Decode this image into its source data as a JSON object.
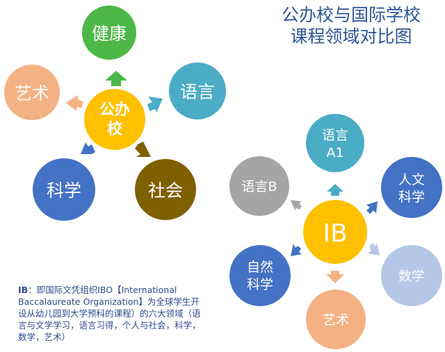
{
  "title": {
    "line1": "公办校与国际学校",
    "line2": "课程领域对比图"
  },
  "public_school": {
    "center": {
      "line1": "公办",
      "line2": "校",
      "color": "#ffc000"
    },
    "nodes": [
      {
        "label": "健康",
        "color": "#4db848",
        "arrow_color": "#4db848"
      },
      {
        "label": "语言",
        "color": "#4bacc6",
        "arrow_color": "#4bacc6"
      },
      {
        "label": "社会",
        "color": "#7f6000",
        "arrow_color": "#7f6000"
      },
      {
        "label": "科学",
        "color": "#4472c4",
        "arrow_color": "#4472c4"
      },
      {
        "label": "艺术",
        "color": "#f4b183",
        "arrow_color": "#f4b183"
      }
    ]
  },
  "ib": {
    "center": {
      "label": "IB",
      "color": "#ffc000"
    },
    "nodes": [
      {
        "line1": "语言",
        "line2": "A1",
        "color": "#4bacc6",
        "arrow_color": "#4bacc6"
      },
      {
        "line1": "人文",
        "line2": "科学",
        "color": "#4472c4",
        "arrow_color": "#4472c4"
      },
      {
        "line1": "数学",
        "line2": "",
        "color": "#b4c7e7",
        "arrow_color": "#b4c7e7"
      },
      {
        "line1": "艺术",
        "line2": "",
        "color": "#f4b183",
        "arrow_color": "#f4b183"
      },
      {
        "line1": "自然",
        "line2": "科学",
        "color": "#4472c4",
        "arrow_color": "#4472c4"
      },
      {
        "line1": "语言B",
        "line2": "",
        "color": "#a5a5a5",
        "arrow_color": "#a5a5a5"
      }
    ]
  },
  "note": {
    "term": "IB",
    "text": "：即国际文凭组织IBO【International Baccalaureate Organization】为全球学生开设从幼儿园到大学预科的课程）的六大领域（语言与文学学习，语言习得，个人与社会，科学，数学，艺术）"
  }
}
